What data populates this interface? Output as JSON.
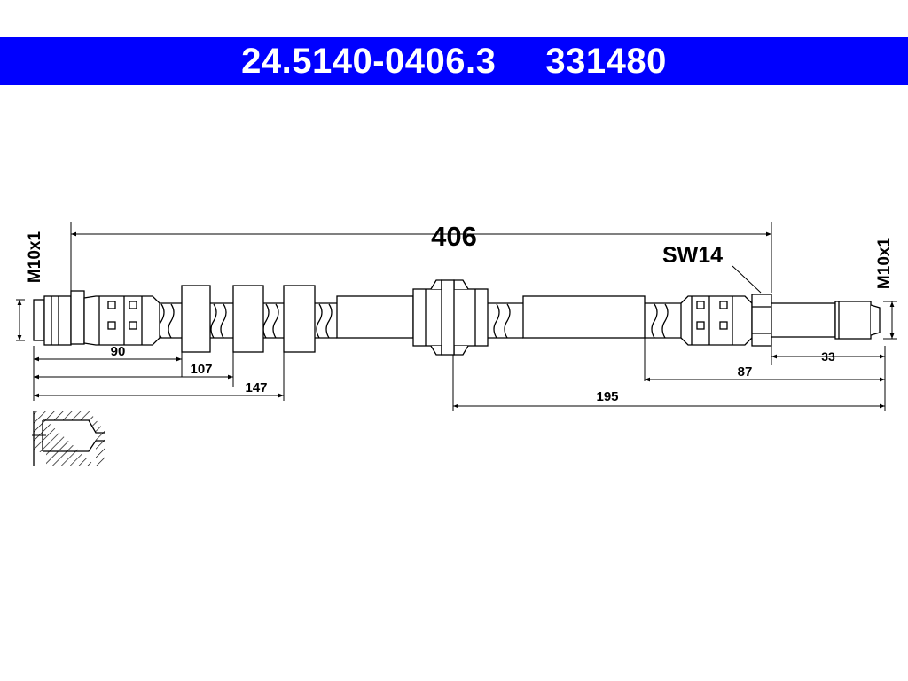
{
  "header": {
    "part_number": "24.5140-0406.3",
    "ref_number": "331480",
    "background_color": "#0000ff",
    "text_color": "#ffffff"
  },
  "drawing": {
    "total_length": "406",
    "wrench_size": "SW14",
    "thread_left": "M10x1",
    "thread_right": "M10x1",
    "dimensions": {
      "d90": "90",
      "d107": "107",
      "d147": "147",
      "d87": "87",
      "d33": "33",
      "d195": "195"
    },
    "line_color": "#000000",
    "fill_color": "#ffffff"
  }
}
